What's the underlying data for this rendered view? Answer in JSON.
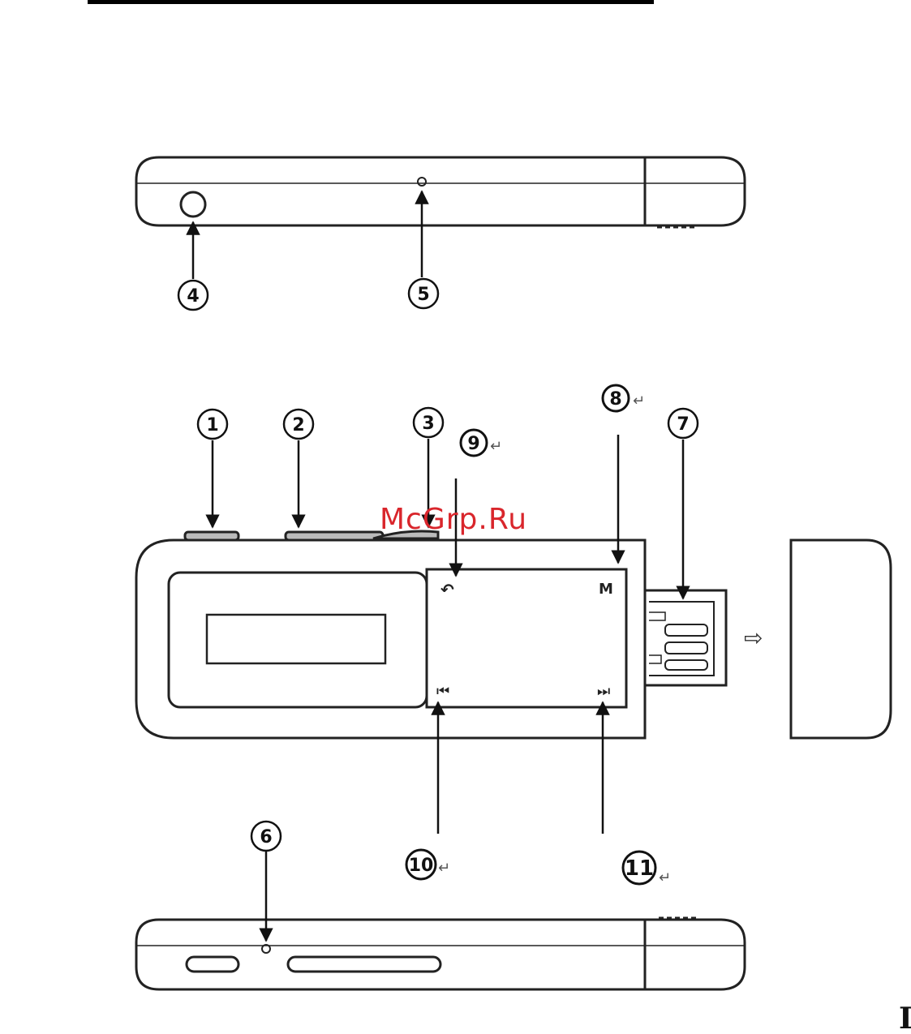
{
  "callouts": {
    "c1": "1",
    "c2": "2",
    "c3": "3",
    "c4": "4",
    "c5": "5",
    "c6": "6",
    "c7": "7",
    "c8": "8",
    "c9": "9",
    "c10": "10",
    "c11": "11"
  },
  "return_mark": "↵",
  "button_labels": {
    "back": "↶",
    "menu": "M",
    "prev": "⏮",
    "next": "⏭"
  },
  "arrow_symbol": "⇨",
  "watermark": "McGrp.Ru",
  "corner_mark": "I",
  "colors": {
    "line": "#222222",
    "watermark": "#d9262c"
  }
}
